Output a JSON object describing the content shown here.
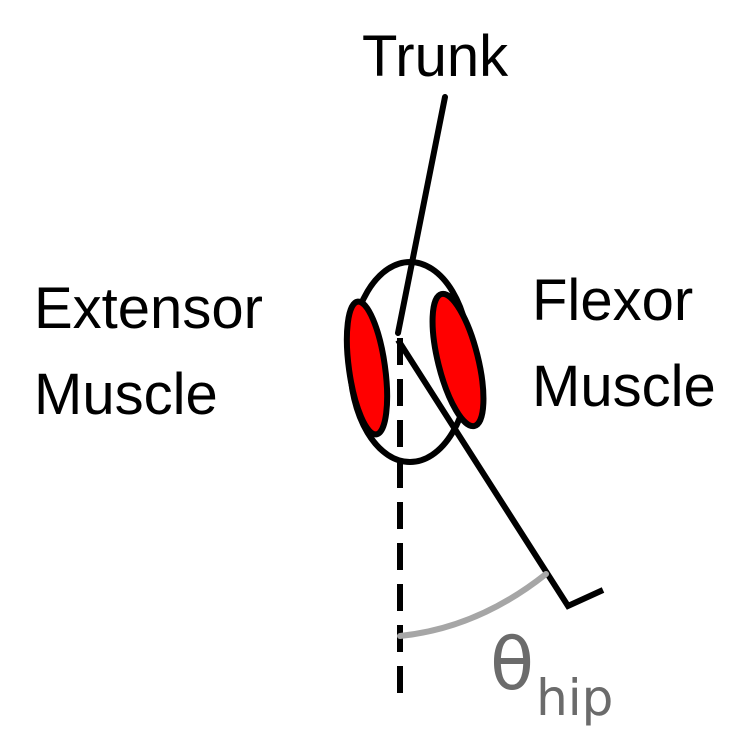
{
  "labels": {
    "trunk": "Trunk",
    "extensor_line1": "Extensor",
    "extensor_line2": "Muscle",
    "flexor_line1": "Flexor",
    "flexor_line2": "Muscle",
    "angle_symbol": "θ",
    "angle_subscript": "hip"
  },
  "colors": {
    "muscle_fill": "#ff0000",
    "outline": "#000000",
    "angle_arc": "#a6a6a6",
    "angle_text": "#6b6b6b"
  }
}
